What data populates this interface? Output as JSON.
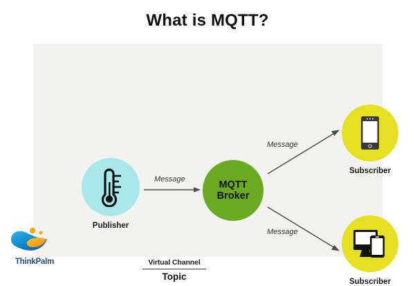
{
  "page": {
    "title": "What is MQTT?"
  },
  "diagram": {
    "publisher": {
      "caption": "Publisher",
      "icon": "thermometer-icon",
      "circle_color": "#a9e9ec"
    },
    "broker": {
      "label_line1": "MQTT",
      "label_line2": "Broker",
      "circle_color": "#6aaa21"
    },
    "subscribers": [
      {
        "caption": "Subscriber",
        "icon": "smartphone-icon",
        "circle_color": "#e7e022"
      },
      {
        "caption": "Subscriber",
        "icon": "desktop-tablet-icon",
        "circle_color": "#e7e022"
      }
    ],
    "arrows": [
      {
        "label": "Message"
      },
      {
        "label": "Message"
      },
      {
        "label": "Message"
      }
    ],
    "topic": {
      "subtitle": "Virtual Channel",
      "title": "Topic"
    },
    "panel_color": "#f2f2f0"
  },
  "brand": {
    "name": "ThinkPalm",
    "logo_blue": "#0d91d0",
    "logo_orange": "#f5a81c"
  }
}
